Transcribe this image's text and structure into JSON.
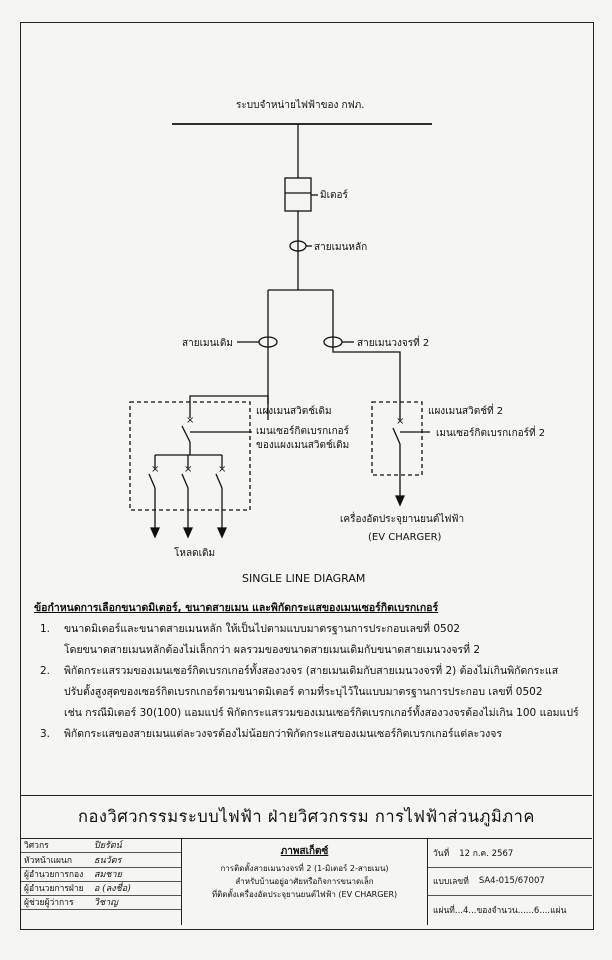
{
  "diagram": {
    "supply_label": "ระบบจำหน่ายไฟฟ้าของ กฟภ.",
    "meter_label": "มิเตอร์",
    "main_cable_label": "สายเมนหลัก",
    "existing_cable_label": "สายเมนเดิม",
    "second_cable_label": "สายเมนวงจรที่ 2",
    "existing_panel_label_1": "แผงเมนสวิตช์เดิม",
    "existing_panel_label_2": "เมนเซอร์กิตเบรกเกอร์",
    "existing_panel_label_3": "ของแผงเมนสวิตช์เดิม",
    "second_panel_label_1": "แผงเมนสวิตช์ที่ 2",
    "second_panel_label_2": "เมนเซอร์กิตเบรกเกอร์ที่ 2",
    "existing_load_label": "โหลดเดิม",
    "ev_label_1": "เครื่องอัดประจุยานยนต์ไฟฟ้า",
    "ev_label_2": "(EV CHARGER)",
    "title": "SINGLE LINE DIAGRAM"
  },
  "notes": {
    "heading": "ข้อกำหนดการเลือกขนาดมิเตอร์, ขนาดสายเมน และพิกัดกระแสของเมนเซอร์กิตเบรกเกอร์",
    "items": [
      {
        "num": "1.",
        "line1": "ขนาดมิเตอร์และขนาดสายเมนหลัก ให้เป็นไปตามแบบมาตรฐานการประกอบเลขที่ 0502",
        "line2": "โดยขนาดสายเมนหลักต้องไม่เล็กกว่า ผลรวมของขนาดสายเมนเดิมกับขนาดสายเมนวงจรที่ 2"
      },
      {
        "num": "2.",
        "line1": "พิกัดกระแสรวมของเมนเซอร์กิตเบรกเกอร์ทั้งสองวงจร (สายเมนเดิมกับสายเมนวงจรที่ 2) ต้องไม่เกินพิกัดกระแส",
        "line2": "ปรับตั้งสูงสุดของเซอร์กิตเบรกเกอร์ตามขนาดมิเตอร์ ตามที่ระบุไว้ในแบบมาตรฐานการประกอบ เลขที่ 0502",
        "line3": "เช่น กรณีมิเตอร์ 30(100) แอมแปร์ พิกัดกระแสรวมของเมนเซอร์กิตเบรกเกอร์ทั้งสองวงจรต้องไม่เกิน 100 แอมแปร์"
      },
      {
        "num": "3.",
        "line1": "พิกัดกระแสของสายเมนแต่ละวงจรต้องไม่น้อยกว่าพิกัดกระแสของเมนเซอร์กิตเบรกเกอร์แต่ละวงจร"
      }
    ]
  },
  "org": "กองวิศวกรรมระบบไฟฟ้า ฝ่ายวิศวกรรม การไฟฟ้าส่วนภูมิภาค",
  "titleblock": {
    "left": [
      {
        "k": "วิศวกร",
        "v": "ปิยรัตน์"
      },
      {
        "k": "หัวหน้าแผนก",
        "v": "ธนวัตร"
      },
      {
        "k": "ผู้อำนวยการกอง",
        "v": "สมชาย"
      },
      {
        "k": "ผู้อำนวยการฝ่าย",
        "v": "อ (ลงชื่อ)"
      },
      {
        "k": "ผู้ช่วยผู้ว่าการ",
        "v": "วิชาญ"
      }
    ],
    "middle": {
      "title": "ภาพสเก็ตซ์",
      "line1": "การติดตั้งสายเมนวงจรที่ 2 (1-มิเตอร์ 2-สายเมน)",
      "line2": "สำหรับบ้านอยู่อาศัยหรือกิจการขนาดเล็ก",
      "line3": "ที่ติดตั้งเครื่องอัดประจุยานยนต์ไฟฟ้า (EV CHARGER)"
    },
    "right": {
      "date_k": "วันที่",
      "date_v": "12 ก.ค. 2567",
      "drawing_k": "แบบเลขที่",
      "drawing_v": "SA4-015/67007",
      "sheet": "แผ่นที่...4...ของจำนวน......6....แผ่น"
    }
  }
}
